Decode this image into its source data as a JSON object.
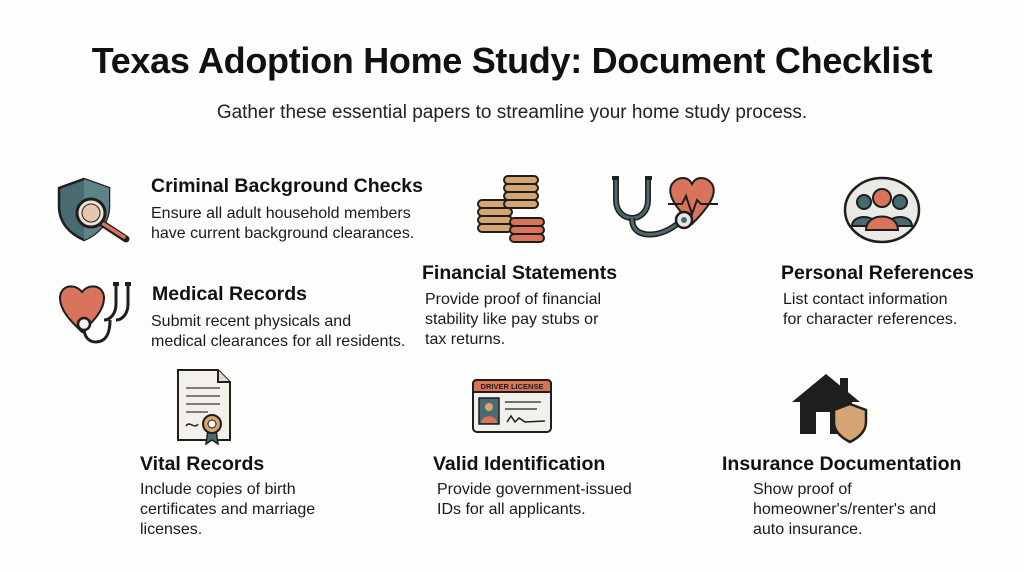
{
  "header": {
    "title": "Texas Adoption Home Study: Document Checklist",
    "subtitle": "Gather these essential papers to streamline your home study process."
  },
  "items": [
    {
      "heading": "Criminal Background Checks",
      "desc_lines": [
        "Ensure all adult household members",
        "have current background clearances."
      ],
      "icon": "shield-magnifier-icon"
    },
    {
      "heading": "Medical Records",
      "desc_lines": [
        "Submit recent physicals and",
        "medical clearances for all residents."
      ],
      "icon": "heart-stethoscope-icon"
    },
    {
      "heading": "Financial Statements",
      "desc_lines": [
        "Provide proof of financial",
        "stability like pay stubs or",
        "tax returns."
      ],
      "icon": "coin-stacks-icon"
    },
    {
      "heading": "Personal References",
      "desc_lines": [
        "List contact information",
        "for character references."
      ],
      "icon": "people-group-icon"
    },
    {
      "heading": "Vital Records",
      "desc_lines": [
        "Include copies of birth",
        "certificates and marriage",
        "licenses."
      ],
      "icon": "certificate-document-icon"
    },
    {
      "heading": "Valid Identification",
      "desc_lines": [
        "Provide government-issued",
        "IDs for all applicants."
      ],
      "icon": "driver-license-icon",
      "card_label": "DRIVER LICENSE"
    },
    {
      "heading": "Insurance Documentation",
      "desc_lines": [
        "Show proof of",
        "homeowner's/renter's and",
        "auto insurance."
      ],
      "icon": "house-shield-icon"
    }
  ],
  "decor_icons": [
    "stethoscope-heartbeat-icon"
  ],
  "colors": {
    "slate": "#486a70",
    "terracotta": "#d9735c",
    "tan": "#d6a574",
    "ink": "#1e1e1e"
  }
}
